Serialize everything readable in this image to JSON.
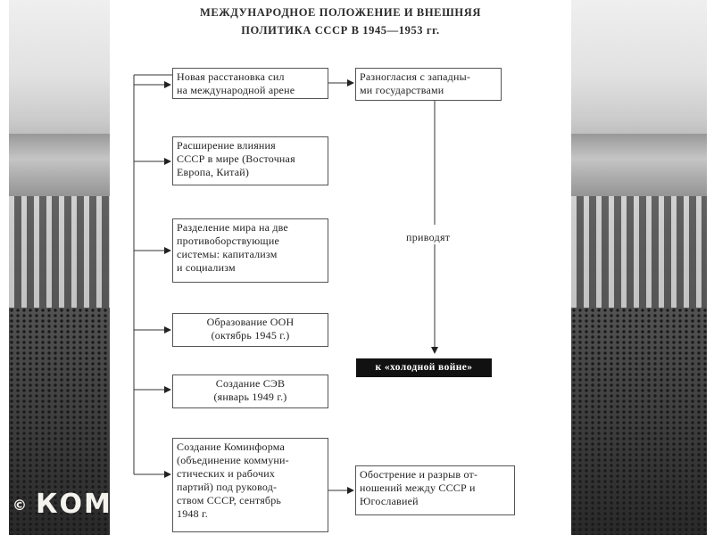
{
  "title_lines": [
    "МЕЖДУНАРОДНОЕ ПОЛОЖЕНИЕ И ВНЕШНЯЯ",
    "ПОЛИТИКА СССР В 1945—1953 гг."
  ],
  "boxes": {
    "new_alignment": [
      "Новая расстановка сил",
      "на международной арене"
    ],
    "disagreements": [
      "Разногласия с западны-",
      "ми государствами"
    ],
    "influence": [
      "Расширение влияния",
      "СССР в мире (Восточная",
      "Европа, Китай)"
    ],
    "division": [
      "Разделение мира на две",
      "противоборствующие",
      "системы: капитализм",
      "и социализм"
    ],
    "un": [
      "Образование ООН",
      "(октябрь 1945 г.)"
    ],
    "comecon": [
      "Создание СЭВ",
      "(январь 1949 г.)"
    ],
    "cominform": [
      "Создание Коминформа",
      "(объединение коммуни-",
      "стических и рабочих",
      "партий) под руковод-",
      "ством СССР, сентябрь",
      "1948 г."
    ],
    "yugoslavia": [
      "Обострение и разрыв от-",
      "ношений между СССР и",
      "Югославией"
    ]
  },
  "lead_label": "приводят",
  "result_label": "к «холодной войне»",
  "watermark": {
    "copyright_symbol": "©",
    "text": "КОМ"
  }
}
